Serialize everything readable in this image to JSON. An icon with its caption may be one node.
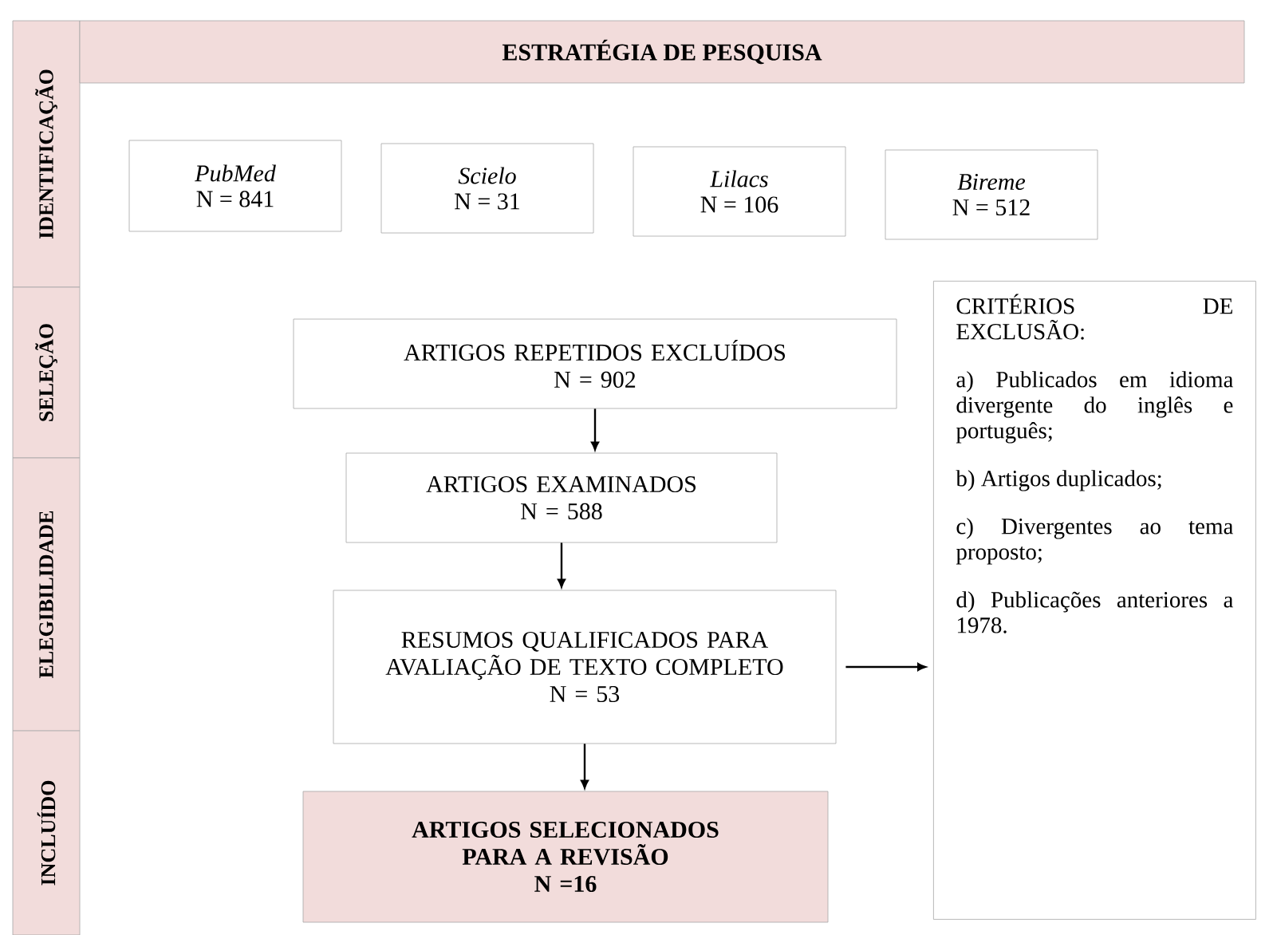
{
  "diagram": {
    "nodes": [
      {
        "text": [
          "IDENTIFICAÇÃO"
        ]
      },
      {
        "text": [
          "SELEÇÃO"
        ]
      },
      {
        "text": [
          "ELEGIBILIDADE"
        ]
      },
      {
        "text": [
          "INCLUÍDO"
        ]
      },
      {
        "text": [
          "ESTRATÉGIA DE PESQUISA"
        ]
      },
      {
        "text": [
          "PubMed",
          "N = 841"
        ]
      },
      {
        "text": [
          "Scielo",
          "N = 31"
        ]
      },
      {
        "text": [
          "Lilacs",
          "N = 106"
        ]
      },
      {
        "text": [
          "Bireme",
          "N = 512"
        ]
      },
      {
        "text": [
          "ARTIGOS REPETIDOS EXCLUÍDOS",
          "N = 902"
        ]
      },
      {
        "text": [
          "ARTIGOS EXAMINADOS",
          "N = 588"
        ]
      },
      {
        "text": [
          "RESUMOS QUALIFICADOS PARA AVALIAÇÃO DE TEXTO COMPLETO",
          "N = 53"
        ]
      },
      {
        "text": [
          "ARTIGOS SELECIONADOS PARA A REVISÃO",
          "N =16"
        ]
      },
      {
        "text": [
          "CRITÉRIOS DE EXCLUSÃO:",
          "a) Publicados em idioma divergente do inglês e português;",
          "b) Artigos duplicados;",
          "c) Divergentes ao tema proposto;",
          "d) Publicações anteriores a 1978."
        ]
      }
    ],
    "edges": [
      {
        "from": 9,
        "to": 10,
        "arrow": "to"
      },
      {
        "from": 10,
        "to": 11,
        "arrow": "to"
      },
      {
        "from": 11,
        "to": 12,
        "arrow": "to"
      },
      {
        "from": 11,
        "to": 13,
        "arrow": "to"
      }
    ]
  }
}
